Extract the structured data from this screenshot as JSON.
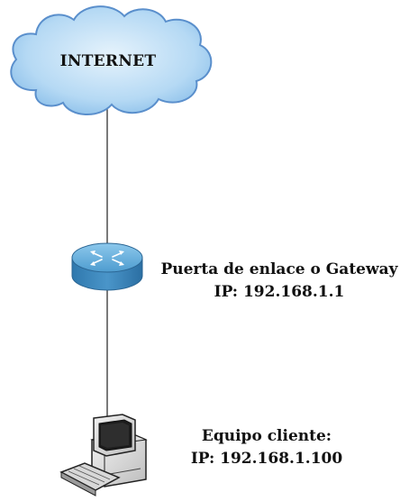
{
  "cloud": {
    "label": "INTERNET"
  },
  "gateway": {
    "name": "Puerta de enlace o Gateway",
    "ip": "IP: 192.168.1.1"
  },
  "client": {
    "name": "Equipo cliente:",
    "ip": "IP: 192.168.1.100"
  },
  "colors": {
    "cloud_fill": "#9dcbf0",
    "cloud_stroke": "#4f87c7",
    "router_fill": "#5aa6d6",
    "router_side": "#3d86b8",
    "line": "#222222"
  },
  "icons": [
    "cloud-icon",
    "router-icon",
    "computer-icon"
  ]
}
